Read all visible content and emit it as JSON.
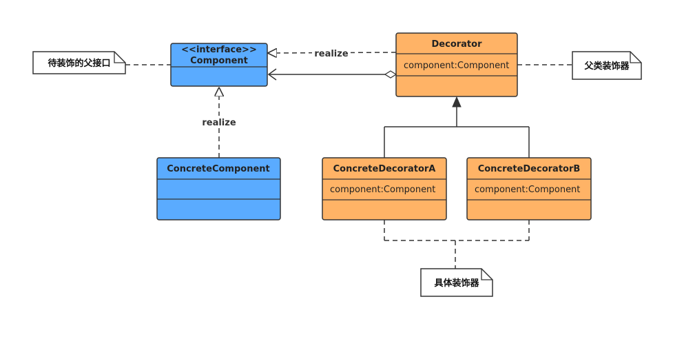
{
  "colors": {
    "interface_fill": "#5aabff",
    "decorator_fill": "#ffb366",
    "stroke": "#333333"
  },
  "classes": {
    "component": {
      "stereotype": "<<interface>>",
      "name": "Component"
    },
    "concrete_component": {
      "name": "ConcreteComponent"
    },
    "decorator": {
      "name": "Decorator",
      "attribute": "component:Component"
    },
    "concrete_decorator_a": {
      "name": "ConcreteDecoratorA",
      "attribute": "component:Component"
    },
    "concrete_decorator_b": {
      "name": "ConcreteDecoratorB",
      "attribute": "component:Component"
    }
  },
  "relations": {
    "decorator_realize_label": "realize",
    "concrete_realize_label": "realize"
  },
  "notes": {
    "component_note": "待装饰的父接口",
    "decorator_note": "父类装饰器",
    "concrete_decorators_note": "具体装饰器"
  }
}
